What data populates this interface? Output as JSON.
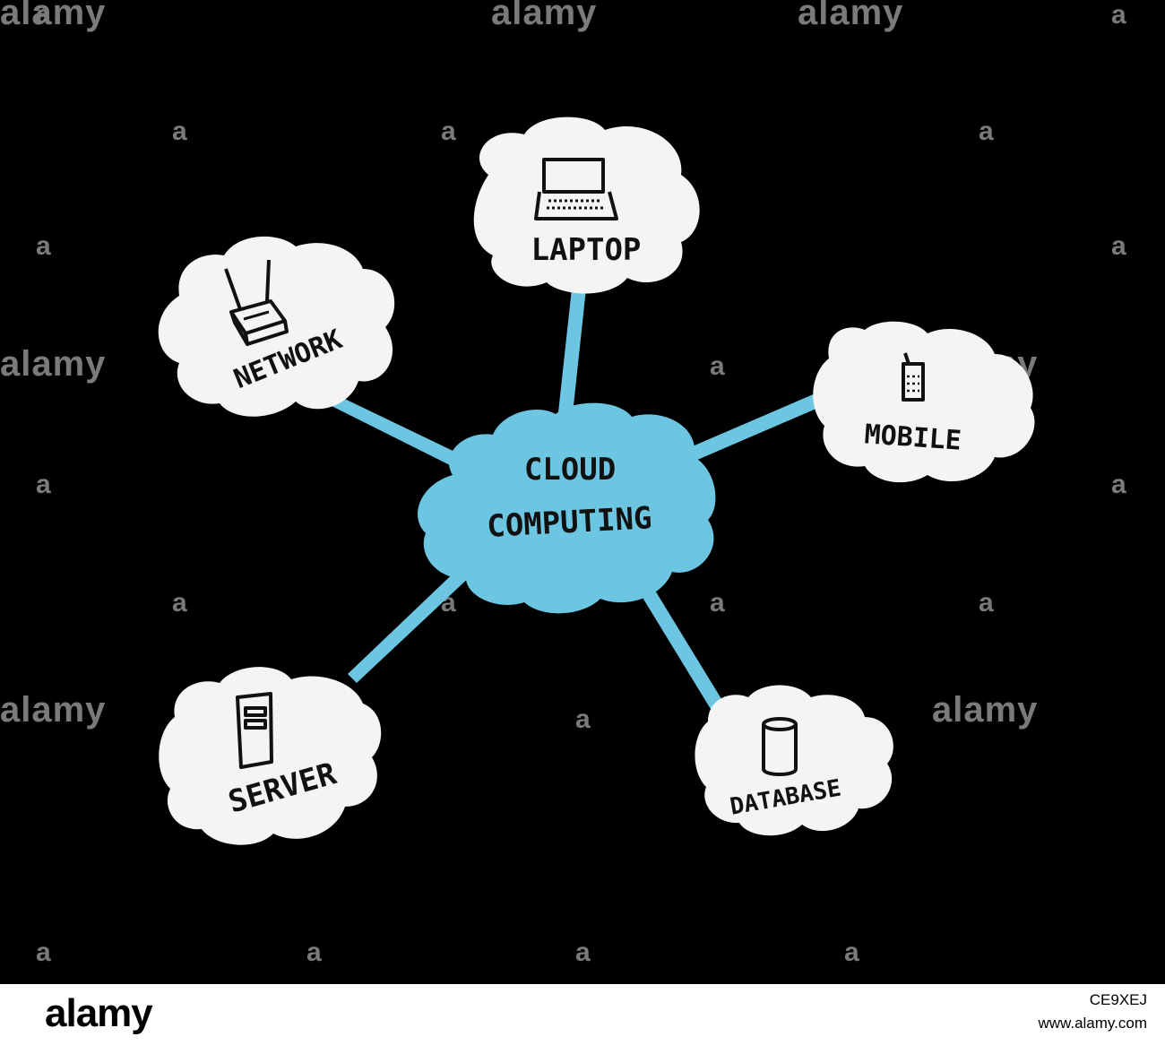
{
  "watermark": {
    "brand": "alamy",
    "mark": "a"
  },
  "diagram": {
    "center": {
      "line1": "CLOUD",
      "line2": "COMPUTING"
    },
    "nodes": {
      "laptop": "LAPTOP",
      "network": "NETWORK",
      "mobile": "MOBILE",
      "server": "SERVER",
      "database": "DATABASE"
    }
  },
  "footer": {
    "brand": "alamy",
    "image_id": "CE9XEJ",
    "url": "www.alamy.com"
  },
  "colors": {
    "background": "#000000",
    "center_cloud": "#6cc6e2",
    "connector": "#6cc6e2",
    "node_cloud": "#f4f4f4",
    "ink": "#111111"
  },
  "icons": {
    "laptop": "laptop-icon",
    "network": "router-icon",
    "mobile": "mobile-phone-icon",
    "server": "server-tower-icon",
    "database": "database-cylinder-icon"
  }
}
